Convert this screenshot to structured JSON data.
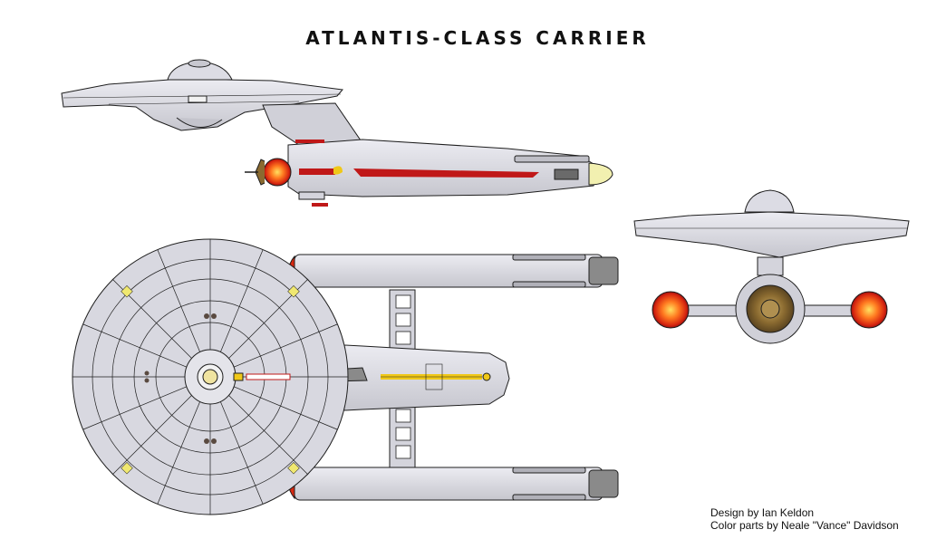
{
  "title": "ATLANTIS-CLASS CARRIER",
  "credits": {
    "line1": "Design by Ian Keldon",
    "line2": "Color parts by Neale \"Vance\" Davidson"
  },
  "colors": {
    "hull": "#d4d4dc",
    "hull_light": "#e8e8ee",
    "outline": "#1e1e1e",
    "stripe_red": "#c01818",
    "nacelle_glow": "#e04010",
    "accent_yellow": "#f0c818",
    "dark_grey": "#6a6a6a"
  },
  "views": [
    "side-view",
    "top-view",
    "front-view"
  ]
}
